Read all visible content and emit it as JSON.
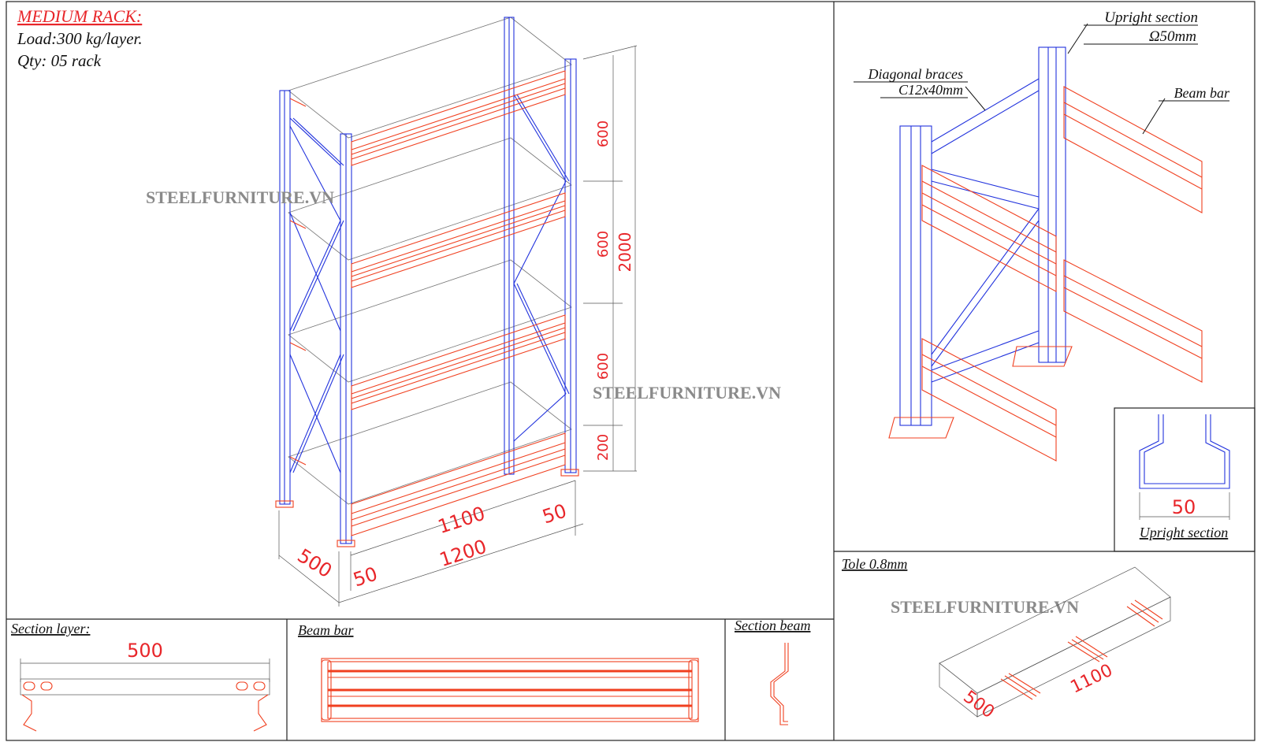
{
  "header": {
    "title": "MEDIUM RACK:",
    "load": "Load:300 kg/layer.",
    "qty": "Qty: 05 rack"
  },
  "watermark": "STEELFURNITURE.VN",
  "rack_dimensions": {
    "heights": [
      "600",
      "600",
      "600",
      "200"
    ],
    "total_height": "2000",
    "inner_width": "1100",
    "outer_width": "1200",
    "depth": "500",
    "offset_left": "50",
    "offset_right": "50"
  },
  "detail": {
    "upright_label": "Upright section",
    "upright_size": "Ω50mm",
    "braces_label": "Diagonal braces",
    "braces_size": "C12x40mm",
    "beam_label": "Beam bar"
  },
  "upright_section": {
    "label": "Upright section",
    "width": "50"
  },
  "tole": {
    "label": "Tole 0.8mm",
    "length": "1100",
    "width": "500"
  },
  "section_layer": {
    "label": "Section layer:",
    "width": "500"
  },
  "beam_bar": {
    "label": "Beam bar"
  },
  "section_beam": {
    "label": "Section beam"
  },
  "colors": {
    "upright": "#2233dd",
    "beam": "#f04020",
    "title": "#e8262a"
  }
}
